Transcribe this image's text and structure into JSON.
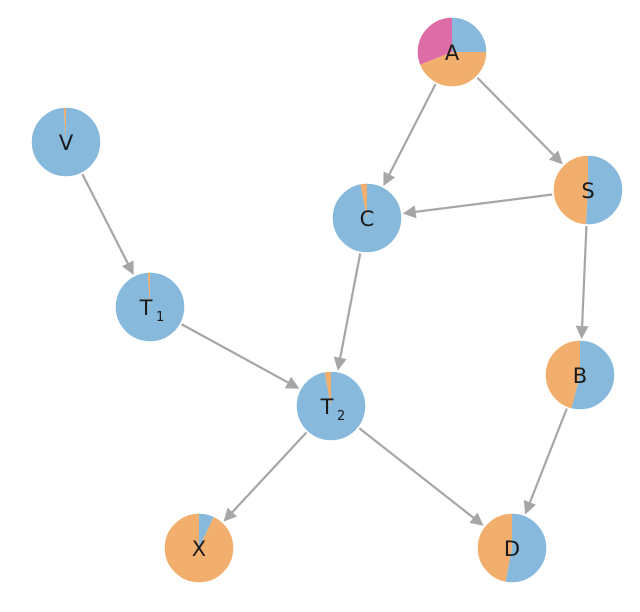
{
  "colors": {
    "blue": "#86b9dc",
    "orange": "#f1ae6d",
    "pink": "#dd6ba5",
    "edge": "#a6a6a6"
  },
  "nodes": [
    {
      "id": "A",
      "label": "A",
      "sub": "",
      "slices": [
        {
          "color": "blue",
          "fraction": 0.25
        },
        {
          "color": "orange",
          "fraction": 0.44
        },
        {
          "color": "pink",
          "fraction": 0.31
        }
      ]
    },
    {
      "id": "S",
      "label": "S",
      "sub": "",
      "slices": [
        {
          "color": "blue",
          "fraction": 0.51
        },
        {
          "color": "orange",
          "fraction": 0.49
        }
      ]
    },
    {
      "id": "C",
      "label": "C",
      "sub": "",
      "slices": [
        {
          "color": "blue",
          "fraction": 0.97
        },
        {
          "color": "orange",
          "fraction": 0.03
        }
      ]
    },
    {
      "id": "V",
      "label": "V",
      "sub": "",
      "slices": [
        {
          "color": "blue",
          "fraction": 0.99
        },
        {
          "color": "orange",
          "fraction": 0.01
        }
      ]
    },
    {
      "id": "T1",
      "label": "T",
      "sub": "1",
      "slices": [
        {
          "color": "blue",
          "fraction": 0.99
        },
        {
          "color": "orange",
          "fraction": 0.01
        }
      ]
    },
    {
      "id": "T2",
      "label": "T",
      "sub": "2",
      "slices": [
        {
          "color": "blue",
          "fraction": 0.97
        },
        {
          "color": "orange",
          "fraction": 0.03
        }
      ]
    },
    {
      "id": "B",
      "label": "B",
      "sub": "",
      "slices": [
        {
          "color": "blue",
          "fraction": 0.54
        },
        {
          "color": "orange",
          "fraction": 0.46
        }
      ]
    },
    {
      "id": "X",
      "label": "X",
      "sub": "",
      "slices": [
        {
          "color": "blue",
          "fraction": 0.07
        },
        {
          "color": "orange",
          "fraction": 0.93
        }
      ]
    },
    {
      "id": "D",
      "label": "D",
      "sub": "",
      "slices": [
        {
          "color": "blue",
          "fraction": 0.53
        },
        {
          "color": "orange",
          "fraction": 0.47
        }
      ]
    }
  ],
  "edges": [
    {
      "from": "A",
      "to": "C"
    },
    {
      "from": "A",
      "to": "S"
    },
    {
      "from": "S",
      "to": "C"
    },
    {
      "from": "S",
      "to": "B"
    },
    {
      "from": "V",
      "to": "T1"
    },
    {
      "from": "C",
      "to": "T2"
    },
    {
      "from": "T1",
      "to": "T2"
    },
    {
      "from": "T2",
      "to": "X"
    },
    {
      "from": "T2",
      "to": "D"
    },
    {
      "from": "B",
      "to": "D"
    }
  ]
}
